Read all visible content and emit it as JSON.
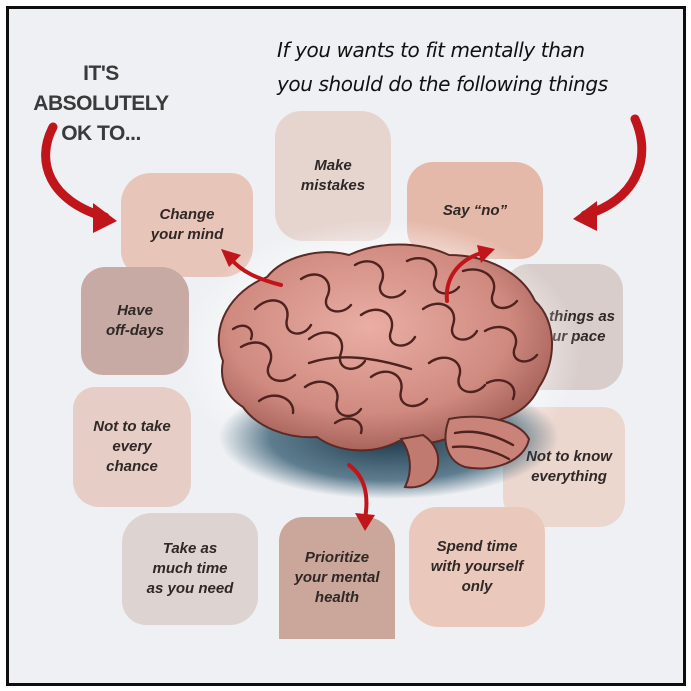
{
  "left_heading": {
    "line1": "IT'S",
    "line2": "ABSOLUTELY",
    "line3": "OK TO..."
  },
  "right_heading": {
    "line1": "If you wants to fit mentally than",
    "line2": "you should do the following things"
  },
  "cards": {
    "make_mistakes": {
      "line1": "Make",
      "line2": "mistakes",
      "color": "#e6d4cf"
    },
    "change_mind": {
      "line1": "Change",
      "line2": "your mind",
      "color": "#e8c5b9"
    },
    "say_no": {
      "line1": "Say “no”",
      "color": "#e5b9aa"
    },
    "off_days": {
      "line1": "Have",
      "line2": "off-days",
      "color": "#c6aaa3"
    },
    "own_pace": {
      "line1": "Do things as",
      "line2": "your pace",
      "color": "#d8cdca"
    },
    "every_chance": {
      "line1": "Not to take",
      "line2": "every",
      "line3": "chance",
      "color": "#e6cdc5"
    },
    "know_everything": {
      "line1": "Not to know",
      "line2": "everything",
      "color": "#ecd7cf"
    },
    "take_time": {
      "line1": "Take as",
      "line2": "much time",
      "line3": "as you need",
      "color": "#ddd3d1"
    },
    "mental_health": {
      "line1": "Prioritize",
      "line2": "your mental",
      "line3": "health",
      "color": "#caa69b"
    },
    "spend_time": {
      "line1": "Spend time",
      "line2": "with yourself",
      "line3": "only",
      "color": "#ebc8bc"
    }
  },
  "colors": {
    "arrow_red": "#c0161b",
    "brain_pink": "#d89a92",
    "brain_dark": "#5a2a26",
    "shadow_blue": "#1e4a63"
  }
}
